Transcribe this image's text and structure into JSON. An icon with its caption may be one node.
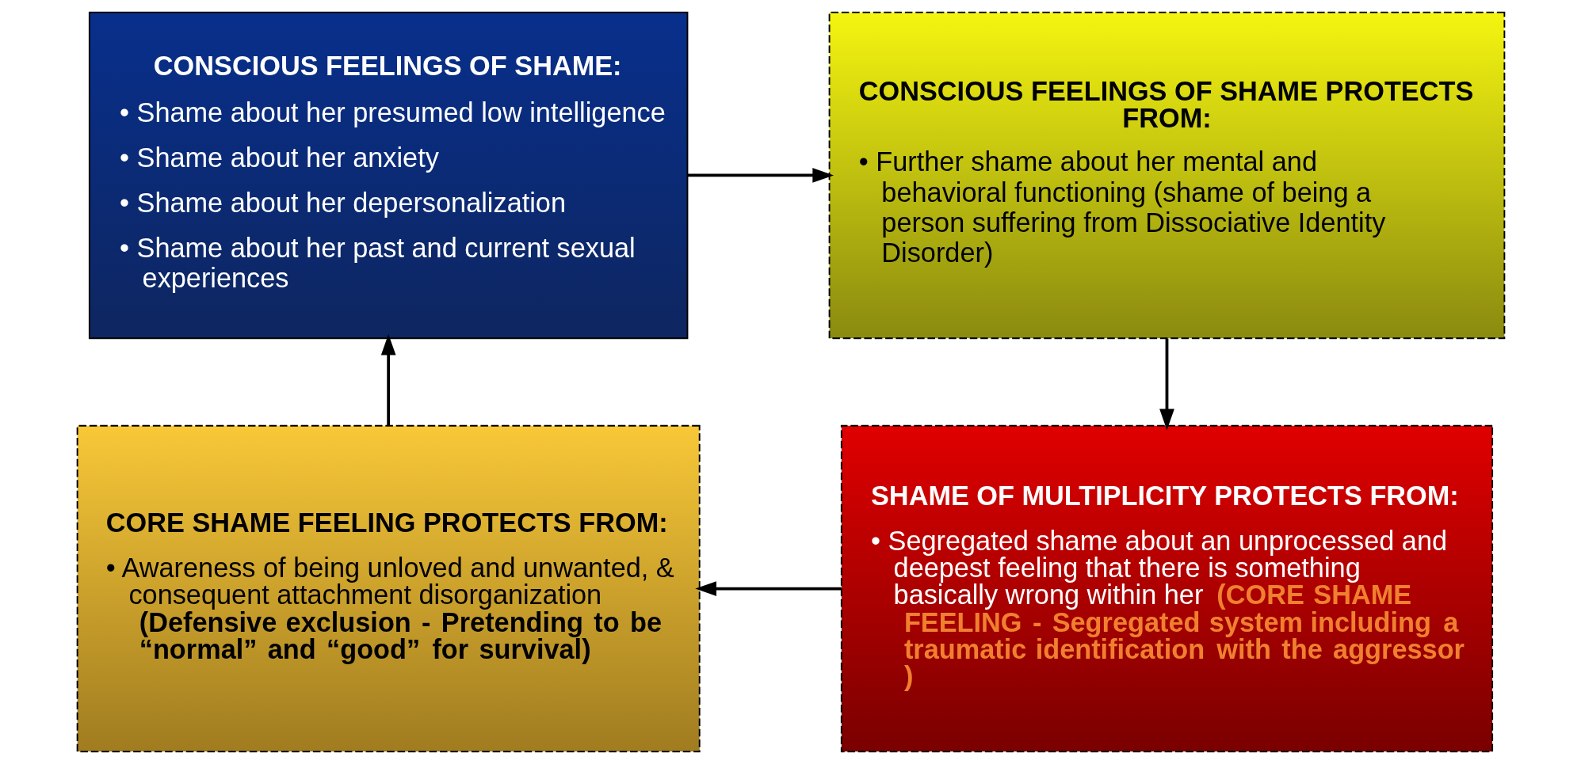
{
  "diagram": {
    "nodes": [
      {
        "text": [
          "CONSCIOUS FEELINGS OF SHAME:",
          "• Shame about her presumed low intelligence",
          "• Shame about her anxiety",
          "• Shame about her depersonalization",
          "• Shame about her past and current sexual experiences"
        ]
      },
      {
        "text": [
          "CONSCIOUS FEELINGS OF SHAME PROTECTS FROM:",
          "• Further shame about her mental and behavioral functioning (shame of being a person suffering from Dissociative Identity Disorder)"
        ]
      },
      {
        "text": [
          "SHAME OF MULTIPLICITY PROTECTS FROM:",
          "• Segregated shame about an unprocessed and deepest feeling that there is something basically wrong within her **(CORE SHAME FEELING - Segregated system including a traumatic identification with the aggressor )**"
        ]
      },
      {
        "text": [
          "CORE SHAME FEELING PROTECTS FROM:",
          "• Awareness of being unloved and unwanted, & consequent attachment disorganization **(Defensive exclusion - Pretending to be “normal” and “good” for survival)**"
        ]
      }
    ],
    "edges": [
      {
        "from": 0,
        "to": 1,
        "arrow": "to"
      },
      {
        "from": 1,
        "to": 2,
        "arrow": "to"
      },
      {
        "from": 2,
        "to": 3,
        "arrow": "to"
      },
      {
        "from": 3,
        "to": 0,
        "arrow": "to"
      }
    ]
  }
}
